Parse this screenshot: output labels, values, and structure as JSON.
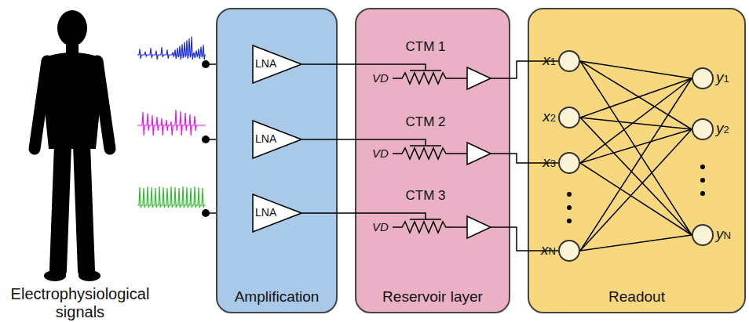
{
  "diagram": {
    "nodes": [
      {
        "text": [
          "Amplification"
        ]
      },
      {
        "text": [
          "LNA"
        ],
        "in": 0
      },
      {
        "text": [
          "LNA"
        ],
        "in": 0
      },
      {
        "text": [
          "LNA"
        ],
        "in": 0
      },
      {
        "text": [
          "Reservoir layer"
        ]
      },
      {
        "text": [
          "CTM 1"
        ],
        "in": 4
      },
      {
        "text": [
          "CTM 2"
        ],
        "in": 4
      },
      {
        "text": [
          "CTM 3"
        ],
        "in": 4
      },
      {
        "text": [
          "Readout"
        ]
      },
      {
        "text": [
          "x1"
        ],
        "in": 8
      },
      {
        "text": [
          "x2"
        ],
        "in": 8
      },
      {
        "text": [
          "x3"
        ],
        "in": 8
      },
      {
        "text": [
          "xN"
        ],
        "in": 8
      },
      {
        "text": [
          "y1"
        ],
        "in": 8
      },
      {
        "text": [
          "y2"
        ],
        "in": 8
      },
      {
        "text": [
          "yN"
        ],
        "in": 8
      }
    ],
    "edges": [
      {
        "from": 1,
        "to": 5,
        "arrow": "none"
      },
      {
        "from": 2,
        "to": 6,
        "arrow": "none"
      },
      {
        "from": 3,
        "to": 7,
        "arrow": "none"
      },
      {
        "from": 5,
        "to": 9,
        "arrow": "none"
      },
      {
        "from": 6,
        "to": 11,
        "arrow": "none"
      },
      {
        "from": 7,
        "to": 12,
        "arrow": "none"
      },
      {
        "from": 9,
        "to": 13,
        "arrow": "none"
      },
      {
        "from": 9,
        "to": 14,
        "arrow": "none"
      },
      {
        "from": 9,
        "to": 15,
        "arrow": "none"
      },
      {
        "from": 10,
        "to": 13,
        "arrow": "none"
      },
      {
        "from": 10,
        "to": 14,
        "arrow": "none"
      },
      {
        "from": 10,
        "to": 15,
        "arrow": "none"
      },
      {
        "from": 11,
        "to": 13,
        "arrow": "none"
      },
      {
        "from": 11,
        "to": 14,
        "arrow": "none"
      },
      {
        "from": 11,
        "to": 15,
        "arrow": "none"
      },
      {
        "from": 12,
        "to": 13,
        "arrow": "none"
      },
      {
        "from": 12,
        "to": 14,
        "arrow": "none"
      },
      {
        "from": 12,
        "to": 15,
        "arrow": "none"
      }
    ],
    "labels": [
      "Electrophysiological signals",
      "VD",
      "VD",
      "VD"
    ]
  }
}
